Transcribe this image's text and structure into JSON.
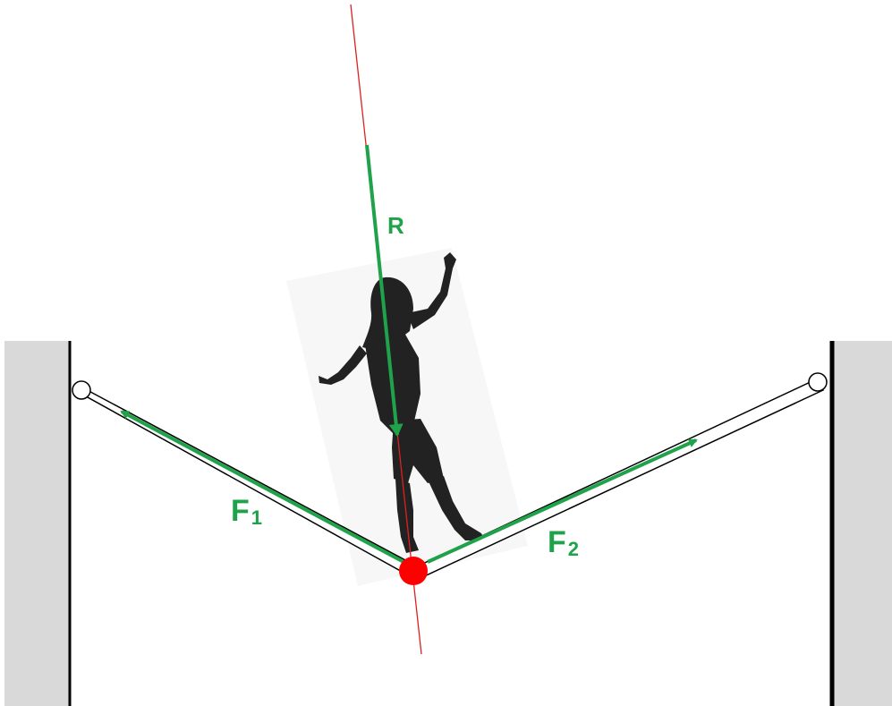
{
  "labels": {
    "resultant": "R",
    "force1_main": "F",
    "force1_sub": "1",
    "force2_main": "F",
    "force2_sub": "2"
  },
  "colors": {
    "background": "#ffffff",
    "wall_fill": "#d9d9d9",
    "wall_edge": "#000000",
    "vector_green": "#1fa24a",
    "line_of_action": "#e02020",
    "contact_point": "#ff0000",
    "silhouette": "#222222"
  }
}
